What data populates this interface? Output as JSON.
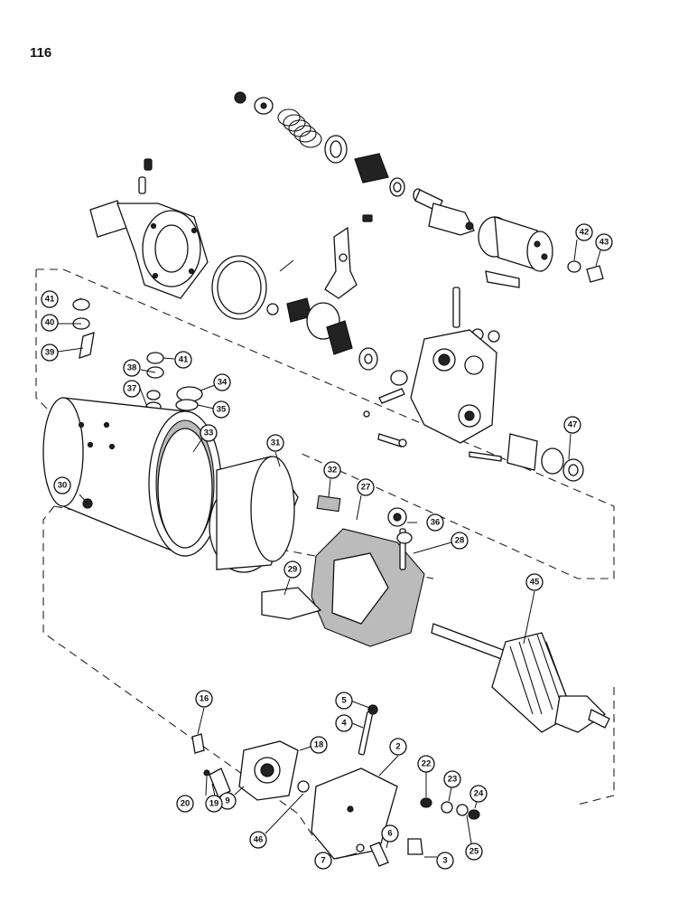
{
  "page": {
    "number": "116"
  },
  "callouts": [
    {
      "id": "c2",
      "label": "2"
    },
    {
      "id": "c3",
      "label": "3"
    },
    {
      "id": "c4",
      "label": "4"
    },
    {
      "id": "c5",
      "label": "5"
    },
    {
      "id": "c6",
      "label": "6"
    },
    {
      "id": "c7",
      "label": "7"
    },
    {
      "id": "c9",
      "label": "9"
    },
    {
      "id": "c16",
      "label": "16"
    },
    {
      "id": "c18",
      "label": "18"
    },
    {
      "id": "c19",
      "label": "19"
    },
    {
      "id": "c20",
      "label": "20"
    },
    {
      "id": "c22",
      "label": "22"
    },
    {
      "id": "c23",
      "label": "23"
    },
    {
      "id": "c24",
      "label": "24"
    },
    {
      "id": "c25",
      "label": "25"
    },
    {
      "id": "c27",
      "label": "27"
    },
    {
      "id": "c28",
      "label": "28"
    },
    {
      "id": "c29",
      "label": "29"
    },
    {
      "id": "c30",
      "label": "30"
    },
    {
      "id": "c31",
      "label": "31"
    },
    {
      "id": "c32",
      "label": "32"
    },
    {
      "id": "c33",
      "label": "33"
    },
    {
      "id": "c34",
      "label": "34"
    },
    {
      "id": "c35",
      "label": "35"
    },
    {
      "id": "c36",
      "label": "36"
    },
    {
      "id": "c37",
      "label": "37"
    },
    {
      "id": "c38",
      "label": "38"
    },
    {
      "id": "c39",
      "label": "39"
    },
    {
      "id": "c40",
      "label": "40"
    },
    {
      "id": "c41a",
      "label": "41"
    },
    {
      "id": "c41b",
      "label": "41"
    },
    {
      "id": "c42",
      "label": "42"
    },
    {
      "id": "c43",
      "label": "43"
    },
    {
      "id": "c45",
      "label": "45"
    },
    {
      "id": "c46",
      "label": "46"
    },
    {
      "id": "c47",
      "label": "47"
    }
  ]
}
